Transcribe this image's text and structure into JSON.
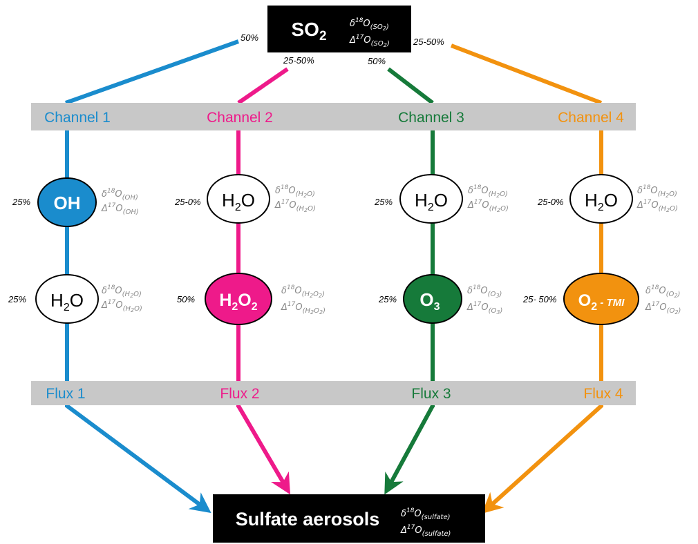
{
  "colors": {
    "channel1": "#1a8ccd",
    "channel2": "#ee1a8a",
    "channel3": "#167a3a",
    "channel4": "#f2920f",
    "band": "#c8c8c8",
    "box": "#000000"
  },
  "top": {
    "main": "SO",
    "main_sub": "2",
    "delta": "δ",
    "delta_sup": "18",
    "delta_O": "O",
    "delta_sub": "(SO",
    "delta_sub2": "2",
    "delta_sub3": ")",
    "cap": "Δ",
    "cap_sup": "17",
    "cap_O": "O",
    "cap_sub": "(SO",
    "cap_sub2": "2",
    "cap_sub3": ")"
  },
  "bottom": {
    "main": "Sulfate aerosols",
    "delta": "δ",
    "delta_sup": "18",
    "delta_O": "O",
    "delta_sub": "(sulfate)",
    "cap": "Δ",
    "cap_sup": "17",
    "cap_O": "O",
    "cap_sub": "(sulfate)"
  },
  "top_percents": [
    "50%",
    "25-50%",
    "50%",
    "25-50%"
  ],
  "channels": [
    "Channel 1",
    "Channel 2",
    "Channel 3",
    "Channel 4"
  ],
  "fluxes": [
    "Flux 1",
    "Flux 2",
    "Flux 3",
    "Flux 4"
  ],
  "row1": [
    {
      "pct": "25%",
      "main": "OH",
      "sub": "",
      "tail": "",
      "iso_sub": "(OH)",
      "iso_sub2": "",
      "iso_sub3": ""
    },
    {
      "pct": "25-0%",
      "main": "H",
      "sub": "2",
      "tail": "O",
      "iso_sub": "(H",
      "iso_sub2": "2",
      "iso_sub3": "O)"
    },
    {
      "pct": "25%",
      "main": "H",
      "sub": "2",
      "tail": "O",
      "iso_sub": "(H",
      "iso_sub2": "2",
      "iso_sub3": "O)"
    },
    {
      "pct": "25-0%",
      "main": "H",
      "sub": "2",
      "tail": "O",
      "iso_sub": "(H",
      "iso_sub2": "2",
      "iso_sub3": "O)"
    }
  ],
  "row2": [
    {
      "pct": "25%",
      "main": "H",
      "sub": "2",
      "tail": "O",
      "sub2": "",
      "extra": "",
      "iso_sub": "(H",
      "iso_sub2": "2",
      "iso_sub3": "O)",
      "iso_sub4": "",
      "iso_sub5": ""
    },
    {
      "pct": "50%",
      "main": "H",
      "sub": "2",
      "tail": "O",
      "sub2": "2",
      "extra": "",
      "iso_sub": "(H",
      "iso_sub2": "2",
      "iso_sub3": "O",
      "iso_sub4": "2",
      "iso_sub5": ")"
    },
    {
      "pct": "25%",
      "main": "O",
      "sub": "3",
      "tail": "",
      "sub2": "",
      "extra": "",
      "iso_sub": "(O",
      "iso_sub2": "3",
      "iso_sub3": ")",
      "iso_sub4": "",
      "iso_sub5": ""
    },
    {
      "pct": "25- 50%",
      "main": "O",
      "sub": "2",
      "tail": "",
      "sub2": "",
      "extra": " - TMI",
      "iso_sub": "(O",
      "iso_sub2": "2",
      "iso_sub3": ")",
      "iso_sub4": "",
      "iso_sub5": ""
    }
  ],
  "iso_symbols": {
    "delta": "δ",
    "delta_sup": "18",
    "cap": "Δ",
    "cap_sup": "17",
    "O": "O"
  }
}
